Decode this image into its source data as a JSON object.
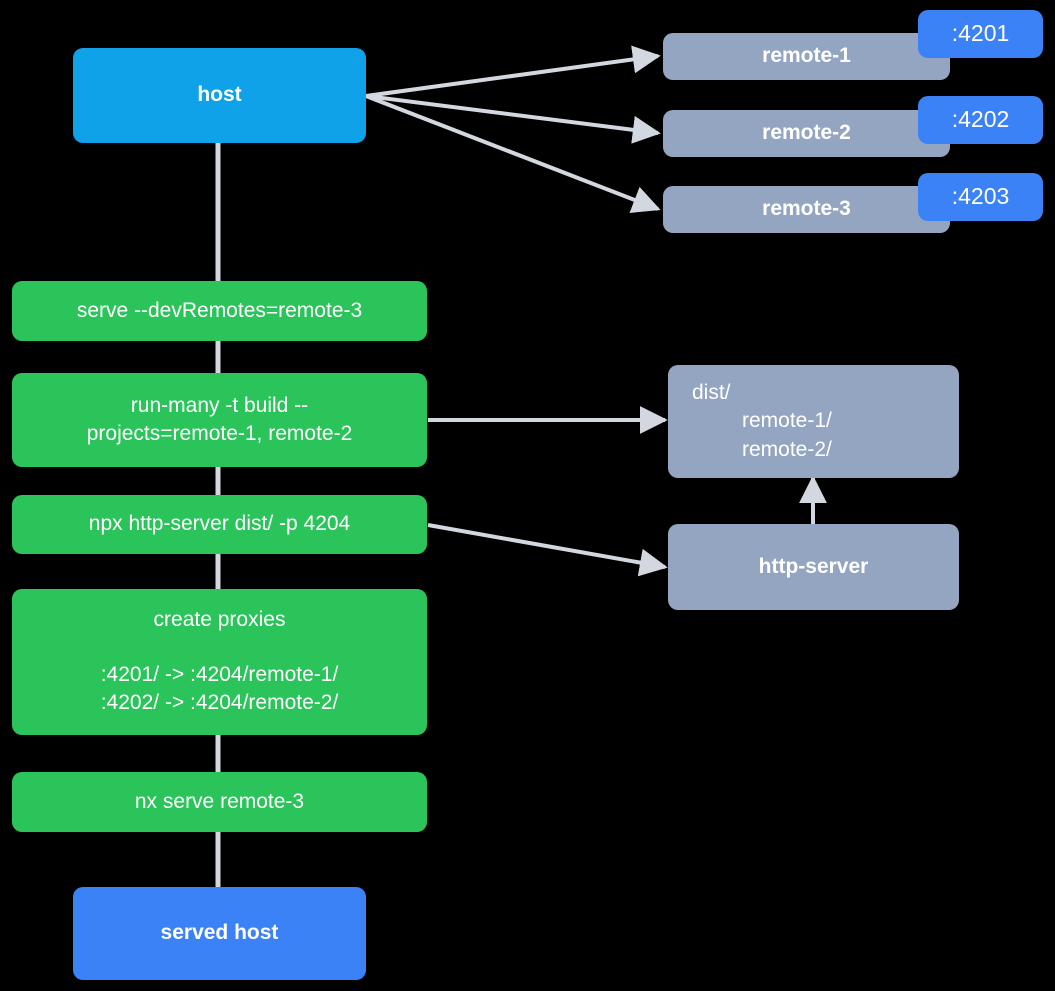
{
  "diagram": {
    "title": "Nx module federation host and remotes serve flow",
    "background_color": "#000000",
    "edge_color": "#D3D8E0",
    "colors": {
      "host": "#10A2E8",
      "served_host": "#3B82F6",
      "remote": "#94A5C1",
      "command": "#2BC45B",
      "port_badge": "#3B82F6",
      "text": "#FFFFFF"
    }
  },
  "nodes": {
    "host": {
      "label": "host"
    },
    "served_host": {
      "label": "served host"
    },
    "remotes": [
      {
        "label": "remote-1",
        "port": ":4201"
      },
      {
        "label": "remote-2",
        "port": ":4202"
      },
      {
        "label": "remote-3",
        "port": ":4203"
      }
    ],
    "commands": [
      {
        "label": "serve --devRemotes=remote-3"
      },
      {
        "label": "run-many -t build --\nprojects=remote-1, remote-2"
      },
      {
        "label": "npx http-server dist/ -p 4204"
      },
      {
        "title": "create proxies",
        "lines": ":4201/ -> :4204/remote-1/\n:4202/ -> :4204/remote-2/"
      },
      {
        "label": "nx serve remote-3"
      }
    ],
    "dist": {
      "root": "dist/",
      "children": [
        "remote-1/",
        "remote-2/"
      ]
    },
    "http_server": {
      "label": "http-server"
    }
  }
}
